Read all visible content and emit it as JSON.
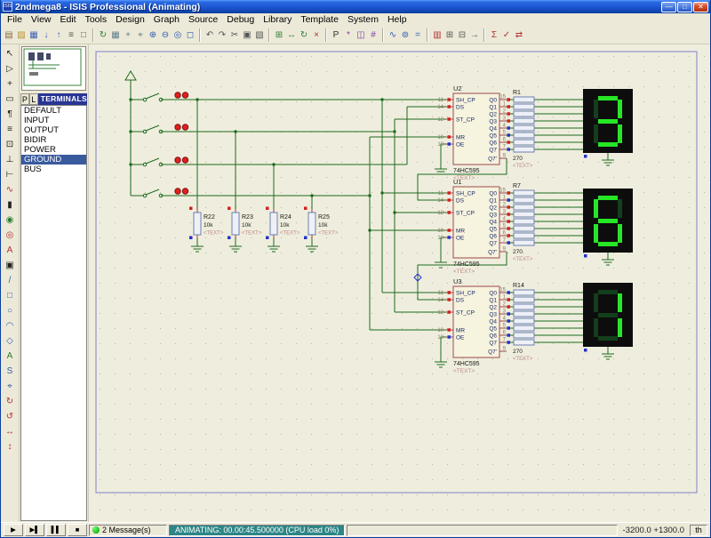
{
  "window": {
    "title": "2ndmega8 - ISIS Professional (Animating)"
  },
  "menu": {
    "items": [
      "File",
      "View",
      "Edit",
      "Tools",
      "Design",
      "Graph",
      "Source",
      "Debug",
      "Library",
      "Template",
      "System",
      "Help"
    ]
  },
  "toolbar": {
    "groups": [
      [
        {
          "name": "new-design",
          "glyph": "▤",
          "color": "#8a6d3b"
        },
        {
          "name": "open-design",
          "glyph": "▨",
          "color": "#b8912f"
        },
        {
          "name": "save-design",
          "glyph": "▦",
          "color": "#3a62b0"
        },
        {
          "name": "import-section",
          "glyph": "↓",
          "color": "#3a62b0"
        },
        {
          "name": "export-section",
          "glyph": "↑",
          "color": "#3a62b0"
        },
        {
          "name": "print-design",
          "glyph": "≡",
          "color": "#555555"
        },
        {
          "name": "mark-output-area",
          "glyph": "□",
          "color": "#555555"
        }
      ],
      [
        {
          "name": "refresh-display",
          "glyph": "↻",
          "color": "#2e7d32"
        },
        {
          "name": "toggle-grid",
          "glyph": "▦",
          "color": "#607d8b"
        },
        {
          "name": "false-origin",
          "glyph": "+",
          "color": "#607d8b"
        },
        {
          "name": "cursor-coords",
          "glyph": "⌖",
          "color": "#607d8b"
        },
        {
          "name": "zoom-in",
          "glyph": "⊕",
          "color": "#2e5db0"
        },
        {
          "name": "zoom-out",
          "glyph": "⊖",
          "color": "#2e5db0"
        },
        {
          "name": "zoom-all",
          "glyph": "◎",
          "color": "#2e5db0"
        },
        {
          "name": "zoom-area",
          "glyph": "◻",
          "color": "#2e5db0"
        }
      ],
      [
        {
          "name": "undo",
          "glyph": "↶",
          "color": "#555555"
        },
        {
          "name": "redo",
          "glyph": "↷",
          "color": "#555555"
        },
        {
          "name": "cut",
          "glyph": "✂",
          "color": "#555555"
        },
        {
          "name": "copy",
          "glyph": "▣",
          "color": "#555555"
        },
        {
          "name": "paste",
          "glyph": "▧",
          "color": "#555555"
        }
      ],
      [
        {
          "name": "block-copy",
          "glyph": "⊞",
          "color": "#2e7d32"
        },
        {
          "name": "block-move",
          "glyph": "↔",
          "color": "#2e7d32"
        },
        {
          "name": "block-rotate",
          "glyph": "↻",
          "color": "#2e7d32"
        },
        {
          "name": "block-delete",
          "glyph": "×",
          "color": "#b03030"
        }
      ],
      [
        {
          "name": "pick-device",
          "glyph": "P",
          "color": "#333333"
        },
        {
          "name": "make-device",
          "glyph": "*",
          "color": "#7b3fa0"
        },
        {
          "name": "packaging-tool",
          "glyph": "◫",
          "color": "#7b3fa0"
        },
        {
          "name": "decompose",
          "glyph": "#",
          "color": "#7b3fa0"
        }
      ],
      [
        {
          "name": "wire-autorouter",
          "glyph": "∿",
          "color": "#2e5db0"
        },
        {
          "name": "search-tag",
          "glyph": "⊚",
          "color": "#2e5db0"
        },
        {
          "name": "property-assignment",
          "glyph": "=",
          "color": "#2e5db0"
        }
      ],
      [
        {
          "name": "design-explorer",
          "glyph": "▥",
          "color": "#b03030"
        },
        {
          "name": "new-sheet",
          "glyph": "⊞",
          "color": "#555555"
        },
        {
          "name": "remove-sheet",
          "glyph": "⊟",
          "color": "#555555"
        },
        {
          "name": "goto-sheet",
          "glyph": "→",
          "color": "#555555"
        }
      ],
      [
        {
          "name": "bill-of-materials",
          "glyph": "Σ",
          "color": "#b03030"
        },
        {
          "name": "electrical-rules-check",
          "glyph": "✓",
          "color": "#b03030"
        },
        {
          "name": "netlist-transfer",
          "glyph": "⇄",
          "color": "#b03030"
        }
      ]
    ]
  },
  "side_toolbar": {
    "icons": [
      {
        "name": "selection-mode",
        "glyph": "↖",
        "color": "#222222"
      },
      {
        "name": "component-mode",
        "glyph": "▷",
        "color": "#222222"
      },
      {
        "name": "junction-dot-mode",
        "glyph": "+",
        "color": "#222222"
      },
      {
        "name": "wire-label-mode",
        "glyph": "▭",
        "color": "#222222"
      },
      {
        "name": "text-script-mode",
        "glyph": "¶",
        "color": "#222222"
      },
      {
        "name": "buses-mode",
        "glyph": "≡",
        "color": "#222222"
      },
      {
        "name": "subcircuit-mode",
        "glyph": "⊡",
        "color": "#222222"
      },
      {
        "name": "terminals-mode",
        "glyph": "⊥",
        "color": "#222222"
      },
      {
        "name": "device-pins-mode",
        "glyph": "⊢",
        "color": "#222222"
      },
      {
        "name": "graph-mode",
        "glyph": "∿",
        "color": "#b03030"
      },
      {
        "name": "tape-recorder-mode",
        "glyph": "▮",
        "color": "#222222"
      },
      {
        "name": "generator-mode",
        "glyph": "◉",
        "color": "#2e7d32"
      },
      {
        "name": "voltage-probe-mode",
        "glyph": "◎",
        "color": "#b03030"
      },
      {
        "name": "current-probe-mode",
        "glyph": "A",
        "color": "#b03030"
      },
      {
        "name": "virtual-instruments-mode",
        "glyph": "▣",
        "color": "#222222"
      },
      {
        "name": "graphics-line-mode",
        "glyph": "/",
        "color": "#2e5db0"
      },
      {
        "name": "graphics-box-mode",
        "glyph": "□",
        "color": "#2e5db0"
      },
      {
        "name": "graphics-circle-mode",
        "glyph": "○",
        "color": "#2e5db0"
      },
      {
        "name": "graphics-arc-mode",
        "glyph": "◠",
        "color": "#2e5db0"
      },
      {
        "name": "graphics-path-mode",
        "glyph": "◇",
        "color": "#2e5db0"
      },
      {
        "name": "graphics-text-mode",
        "glyph": "A",
        "color": "#2e7d32"
      },
      {
        "name": "graphics-symbol-mode",
        "glyph": "S",
        "color": "#2e5db0"
      },
      {
        "name": "markers-mode",
        "glyph": "⌖",
        "color": "#2e5db0"
      },
      {
        "name": "rotate-clockwise",
        "glyph": "↻",
        "color": "#b03030"
      },
      {
        "name": "rotate-anticlockwise",
        "glyph": "↺",
        "color": "#b03030"
      },
      {
        "name": "mirror-horizontal",
        "glyph": "↔",
        "color": "#b03030"
      },
      {
        "name": "mirror-vertical",
        "glyph": "↕",
        "color": "#b03030"
      }
    ]
  },
  "object_selector": {
    "pick_button": "P",
    "library_button": "L",
    "header": "TERMINALS",
    "items": [
      "DEFAULT",
      "INPUT",
      "OUTPUT",
      "BIDIR",
      "POWER",
      "GROUND",
      "BUS"
    ],
    "selected": "GROUND"
  },
  "schematic": {
    "ics": [
      {
        "ref": "U2"
      },
      {
        "ref": "U1"
      },
      {
        "ref": "U3"
      }
    ],
    "ic_type": "74HC595",
    "placeholder": "<TEXT>",
    "left_pins": [
      {
        "num": "11",
        "name": "SH_CP"
      },
      {
        "num": "14",
        "name": "DS"
      },
      {
        "num": "12",
        "name": "ST_CP"
      },
      {
        "num": "10",
        "name": "MR"
      },
      {
        "num": "13",
        "name": "OE"
      }
    ],
    "right_pins": [
      {
        "num": "15",
        "name": "Q0"
      },
      {
        "num": "1",
        "name": "Q1"
      },
      {
        "num": "2",
        "name": "Q2"
      },
      {
        "num": "3",
        "name": "Q3"
      },
      {
        "num": "4",
        "name": "Q4"
      },
      {
        "num": "5",
        "name": "Q5"
      },
      {
        "num": "6",
        "name": "Q6"
      },
      {
        "num": "7",
        "name": "Q7"
      },
      {
        "num": "9",
        "name": "Q7'"
      }
    ],
    "resistor_networks": [
      {
        "ref": "R1",
        "value": "270"
      },
      {
        "ref": "R7",
        "value": "270"
      },
      {
        "ref": "R14",
        "value": "270"
      }
    ],
    "pull_resistors": [
      {
        "ref": "R22",
        "value": "10k"
      },
      {
        "ref": "R23",
        "value": "10k"
      },
      {
        "ref": "R24",
        "value": "10k"
      },
      {
        "ref": "R25",
        "value": "10k"
      }
    ],
    "displays": [
      {
        "digit": "3",
        "segments": [
          "a",
          "b",
          "c",
          "d",
          "g"
        ]
      },
      {
        "digit": "6",
        "segments": [
          "a",
          "c",
          "d",
          "e",
          "f",
          "g"
        ]
      },
      {
        "digit": "1",
        "segments": [
          "b",
          "c"
        ]
      }
    ],
    "colors": {
      "wire": "#1e6b1e",
      "component_outline": "#9c4a4a",
      "component_fill": "#f6f3de",
      "resistor_outline": "#6c7fb0",
      "logic_high": "#d42020",
      "logic_low": "#2233cc",
      "segment_on": "#26e626",
      "segment_off": "#143f1c",
      "display_bg": "#0d0d0d"
    }
  },
  "statusbar": {
    "buttons": [
      {
        "name": "play",
        "glyph": "▶"
      },
      {
        "name": "step",
        "glyph": "▶▌"
      },
      {
        "name": "pause",
        "glyph": "▌▌"
      },
      {
        "name": "stop",
        "glyph": "■"
      }
    ],
    "message_count": "2 Message(s)",
    "animating_status": "ANIMATING: 00.00:45.500000 (CPU load 0%)",
    "coords": "-3200.0 +1300.0",
    "units": "th"
  }
}
